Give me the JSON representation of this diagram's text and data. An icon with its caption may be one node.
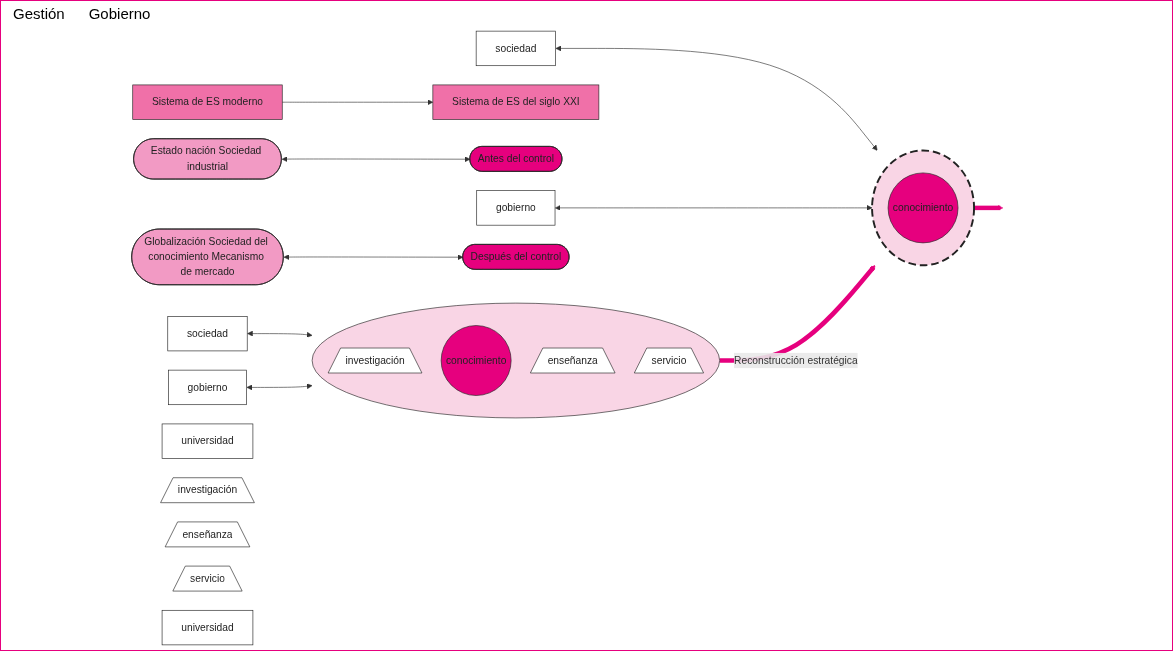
{
  "diagram": {
    "nodes": [
      {
        "text": [
          "Sistema de ES moderno"
        ]
      },
      {
        "text": [
          "Sistema de ES del siglo XXI"
        ]
      },
      {
        "text": [
          "Estado nación Sociedad industrial"
        ]
      },
      {
        "text": [
          "sociedad"
        ]
      },
      {
        "text": [
          "Antes del control"
        ]
      },
      {
        "text": [
          "gobierno"
        ]
      },
      {
        "text": [
          "Globalización Sociedad del conocimiento Mecanismo de mercado"
        ]
      },
      {
        "text": [
          "sociedad"
        ]
      },
      {
        "text": [
          "Después del control"
        ]
      },
      {
        "text": [
          "gobierno"
        ]
      },
      {
        "text": [],
        "shape": "circle"
      },
      {
        "text": [
          "investigación"
        ],
        "in": 10
      },
      {
        "text": [
          "conocimiento"
        ],
        "in": 10
      },
      {
        "text": [
          "enseñanza"
        ],
        "in": 10
      },
      {
        "text": [
          "servicio"
        ],
        "in": 10
      },
      {
        "text": [
          "universidad"
        ]
      },
      {
        "text": [],
        "shape": "circle"
      },
      {
        "text": [
          "investigación"
        ]
      },
      {
        "text": [
          "conocimiento"
        ],
        "in": 16
      },
      {
        "text": [
          "enseñanza"
        ]
      },
      {
        "text": [
          "servicio"
        ]
      },
      {
        "text": [
          "universidad"
        ]
      }
    ],
    "edges": [
      {
        "from": 0,
        "to": 1,
        "arrow": "to"
      },
      {
        "from": 2,
        "to": 4,
        "arrow": "both"
      },
      {
        "from": 6,
        "to": 8,
        "arrow": "both"
      },
      {
        "from": 3,
        "to": 10,
        "arrow": "both"
      },
      {
        "from": 5,
        "to": 10,
        "arrow": "both"
      },
      {
        "from": 7,
        "to": 16,
        "arrow": "both"
      },
      {
        "from": 9,
        "to": 16,
        "arrow": "both"
      },
      {
        "from": 10,
        "to": 16,
        "arrow": "to",
        "label": "Reconstrucción estratégica",
        "style": "thick",
        "color": "#e6007e"
      },
      {
        "from": 16,
        "to": null,
        "arrow": "to",
        "style": "thick",
        "color": "#e6007e"
      }
    ],
    "labels": [
      "Gestión",
      "Gobierno"
    ]
  }
}
